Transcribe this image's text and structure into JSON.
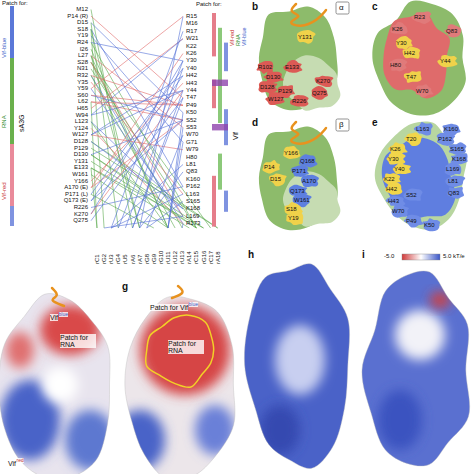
{
  "diagram": {
    "labels": [
      "M12",
      "P14 (R)",
      "D15",
      "S18",
      "Y19",
      "R24",
      "I26",
      "L27",
      "S28",
      "N31",
      "R32",
      "Y35",
      "Y59",
      "S60",
      "L62",
      "H65",
      "W94",
      "L123",
      "Y124",
      "W127",
      "D128",
      "P129",
      "D130",
      "Y131",
      "E133",
      "W161",
      "Y166",
      "A170 (E)",
      "P171 (L)",
      "Q173 (E)",
      "R226",
      "K270",
      "Q275",
      "R15",
      "M16",
      "R17",
      "W21",
      "K22",
      "K26",
      "Y30",
      "Y40",
      "H42",
      "H43",
      "Y44",
      "T47",
      "P49",
      "K50",
      "S52",
      "S53",
      "W70",
      "G71",
      "W79",
      "H80",
      "L81",
      "Q83",
      "K160",
      "P162",
      "L163",
      "S165",
      "K168",
      "L169",
      "R173",
      "rC1",
      "rG2",
      "rU3",
      "rG4",
      "rU5",
      "rA6",
      "rA7",
      "rG8",
      "rG9",
      "rG10",
      "rU11",
      "rU12",
      "rU13",
      "rA14",
      "rC15",
      "rG16",
      "rC17",
      "rA18",
      "Patch for:",
      "Vif-blue",
      "RNA",
      "Vif-red",
      "sA3G",
      "Patch for:",
      "Vif-red",
      "RNA",
      "Vif-blue",
      "Vif",
      "b",
      "c",
      "d",
      "e",
      "g",
      "h",
      "i",
      "α",
      "β",
      "Y131",
      "R102",
      "D130",
      "E133",
      "D128",
      "P129",
      "W127",
      "R226",
      "K270",
      "Q275",
      "R23",
      "K26",
      "Q83",
      "Y30",
      "H42",
      "Y44",
      "H80",
      "T47",
      "W70",
      "Y166",
      "Q168",
      "P14",
      "P171",
      "D15",
      "A170",
      "Q173",
      "W161",
      "S18",
      "Y19",
      "L163",
      "K160",
      "T20",
      "P162",
      "K26",
      "S165",
      "Y30",
      "K168",
      "Y40",
      "L169",
      "K22",
      "L81",
      "H42",
      "S52",
      "Q83",
      "H43",
      "W70",
      "P49",
      "K50",
      "Vif",
      "blue",
      "Patch for RNA",
      "Vif",
      "red",
      "Patch for Vif",
      "blue",
      "Patch for RNA",
      "-5.0",
      "5.0 kT/e"
    ]
  }
}
